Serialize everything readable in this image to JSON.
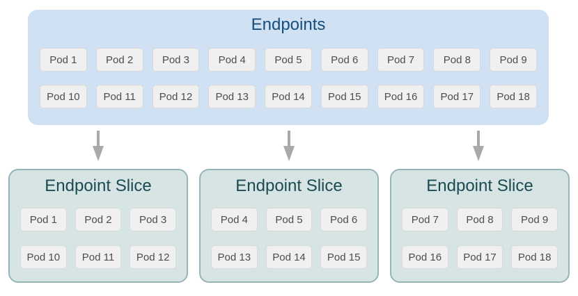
{
  "endpoints": {
    "title": "Endpoints",
    "pods": [
      "Pod 1",
      "Pod 2",
      "Pod 3",
      "Pod 4",
      "Pod 5",
      "Pod 6",
      "Pod 7",
      "Pod 8",
      "Pod 9",
      "Pod 10",
      "Pod 11",
      "Pod 12",
      "Pod 13",
      "Pod 14",
      "Pod 15",
      "Pod 16",
      "Pod 17",
      "Pod 18"
    ]
  },
  "slices": [
    {
      "title": "Endpoint Slice",
      "pods": [
        "Pod 1",
        "Pod 2",
        "Pod 3",
        "Pod 10",
        "Pod 11",
        "Pod 12"
      ]
    },
    {
      "title": "Endpoint Slice",
      "pods": [
        "Pod 4",
        "Pod 5",
        "Pod 6",
        "Pod 13",
        "Pod 14",
        "Pod 15"
      ]
    },
    {
      "title": "Endpoint Slice",
      "pods": [
        "Pod 7",
        "Pod 8",
        "Pod 9",
        "Pod 16",
        "Pod 17",
        "Pod 18"
      ]
    }
  ],
  "icons": {
    "arrow": "down-arrow"
  },
  "colors": {
    "endpoints_fill": "#cfe1f3",
    "endpoints_title": "#174e7d",
    "slice_fill": "#d6e4e4",
    "slice_border": "#95b5b9",
    "slice_title": "#1c4a52",
    "pod_fill": "#f0f0f0",
    "pod_border": "#d9d9d9",
    "pod_text": "#4d4d4d",
    "arrow": "#a9a9a9"
  }
}
